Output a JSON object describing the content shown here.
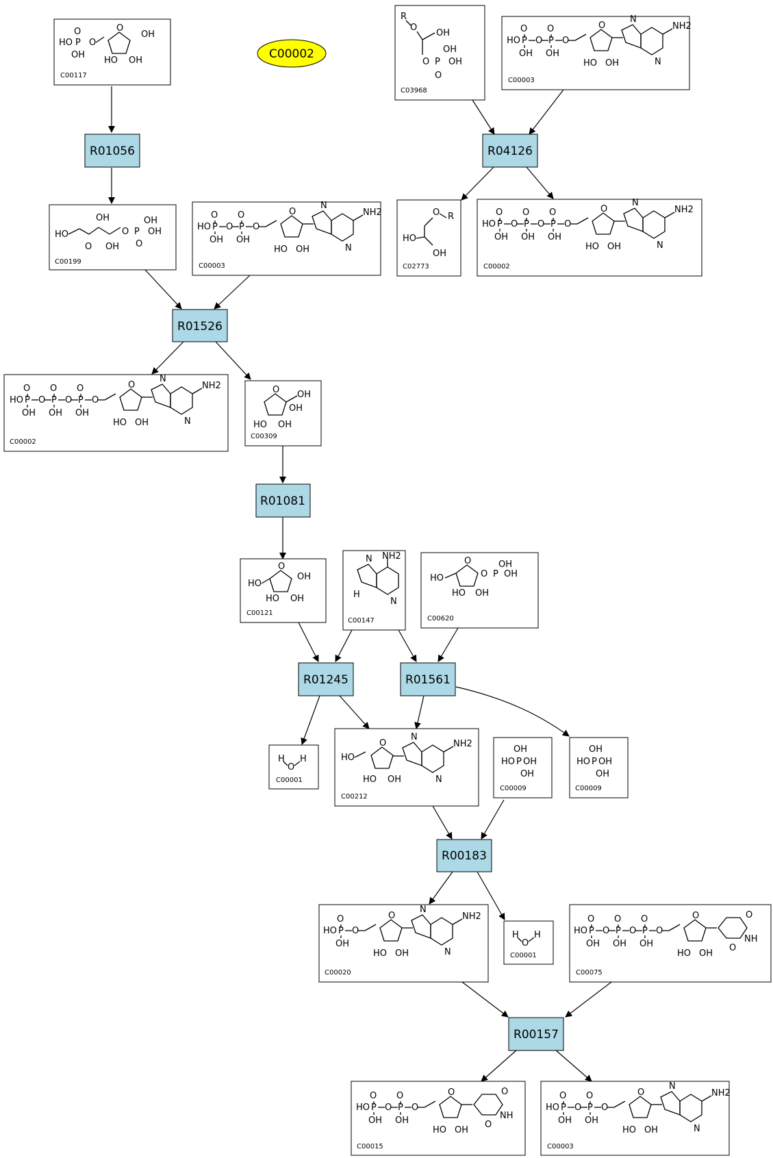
{
  "focus_compound": {
    "label": "C00002",
    "color": "#ffff00"
  },
  "colors": {
    "reaction_fill": "#add8e6",
    "edge": "#000000",
    "compound_border": "#000000"
  },
  "reactions": {
    "R01056": "R01056",
    "R04126": "R04126",
    "R01526": "R01526",
    "R01081": "R01081",
    "R01245": "R01245",
    "R01561": "R01561",
    "R00183": "R00183",
    "R00157": "R00157"
  },
  "compounds": {
    "c00117": {
      "id": "C00117",
      "structure": "ribose-5-phosphate"
    },
    "c03968": {
      "id": "C03968",
      "structure": "glycerol-phosphate-ester"
    },
    "c00003_top": {
      "id": "C00003",
      "structure": "adp-like"
    },
    "c00199": {
      "id": "C00199",
      "structure": "ribulose-5-phosphate"
    },
    "c00003_mid": {
      "id": "C00003",
      "structure": "adp-like"
    },
    "c02773": {
      "id": "C02773",
      "structure": "diacylglycerol"
    },
    "c00002_right": {
      "id": "C00002",
      "structure": "atp"
    },
    "c00002_left": {
      "id": "C00002",
      "structure": "atp"
    },
    "c00309": {
      "id": "C00309",
      "structure": "ribulose"
    },
    "c00121": {
      "id": "C00121",
      "structure": "ribose"
    },
    "c00147": {
      "id": "C00147",
      "structure": "adenine"
    },
    "c00620": {
      "id": "C00620",
      "structure": "ribose-1-phosphate"
    },
    "c00001_a": {
      "id": "C00001",
      "structure": "water"
    },
    "c00212": {
      "id": "C00212",
      "structure": "adenosine"
    },
    "c00009_a": {
      "id": "C00009",
      "structure": "phosphate"
    },
    "c00009_b": {
      "id": "C00009",
      "structure": "phosphate"
    },
    "c00020": {
      "id": "C00020",
      "structure": "amp"
    },
    "c00001_b": {
      "id": "C00001",
      "structure": "water"
    },
    "c00075": {
      "id": "C00075",
      "structure": "utp"
    },
    "c00015": {
      "id": "C00015",
      "structure": "udp"
    },
    "c00003_bottom": {
      "id": "C00003",
      "structure": "adp-like"
    }
  },
  "atom_text": {
    "ho": "HO",
    "oh": "OH",
    "o": "O",
    "p": "P",
    "nh2": "NH2",
    "n": "N",
    "h": "H",
    "r": "R",
    "p_oh": "P-OH",
    "ho_p": "HO-P",
    "nh": "NH"
  }
}
